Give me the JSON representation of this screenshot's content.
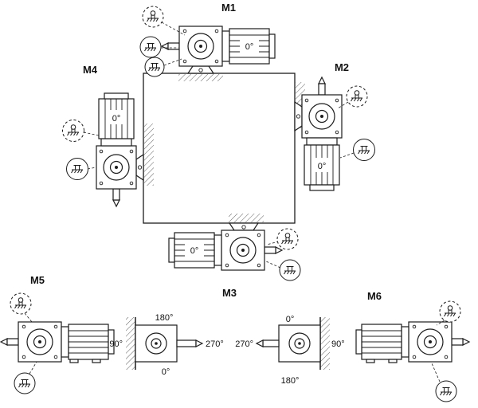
{
  "diagram": {
    "positions": {
      "m1": {
        "label": "M1",
        "angle": "0°"
      },
      "m2": {
        "label": "M2",
        "angle": "0°"
      },
      "m3": {
        "label": "M3",
        "angle": "0°"
      },
      "m4": {
        "label": "M4",
        "angle": "0°"
      },
      "m5": {
        "label": "M5",
        "angles": {
          "left": "90°",
          "top": "180°",
          "right": "270°",
          "bottom": "0°"
        }
      },
      "m6": {
        "label": "M6",
        "angles": {
          "top": "0°",
          "left": "270°",
          "right": "90°",
          "bottom": "180°"
        }
      }
    },
    "colors": {
      "line": "#1c1c1c",
      "background": "#ffffff"
    }
  }
}
